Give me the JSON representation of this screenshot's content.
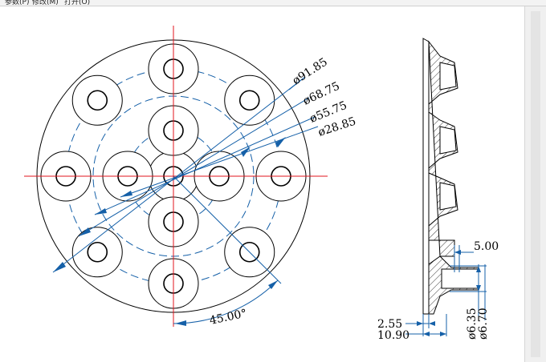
{
  "menu": {
    "item1": "参数(P)",
    "item2": "修改(M)",
    "item3": "打开(O)"
  },
  "dimensions": {
    "d1": "ø91.85",
    "d2": "ø68.75",
    "d3": "ø55.75",
    "d4": "ø28.85",
    "angle": "45.00°",
    "side_5": "5.00",
    "side_255": "2.55",
    "side_1090": "10.90",
    "side_635": "ø6.35",
    "side_670": "ø6.70"
  },
  "colors": {
    "centerline": "#e0141e",
    "dimension": "#1560a8",
    "outline": "#000000"
  }
}
